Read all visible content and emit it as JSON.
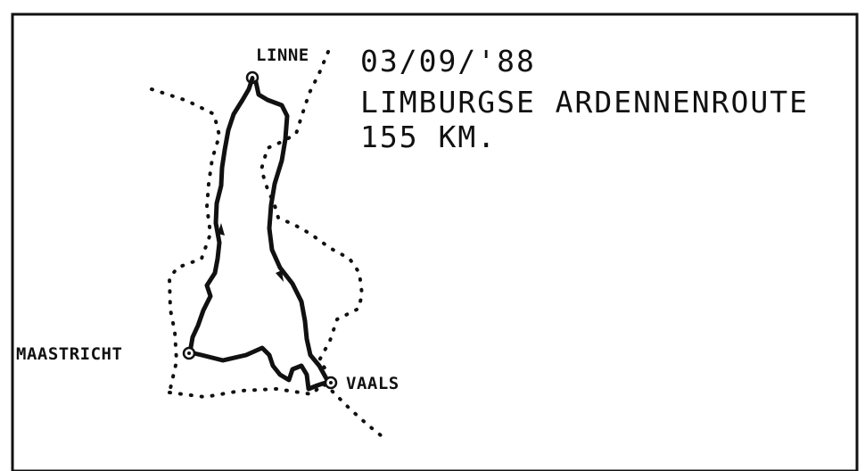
{
  "map": {
    "date": "03/09/'88",
    "route_name": "LIMBURGSE ARDENNENROUTE",
    "distance": "155 KM.",
    "places": {
      "linne": "LINNE",
      "maastricht": "MAASTRICHT",
      "vaals": "VAALS"
    },
    "colors": {
      "ink": "#111111",
      "paper": "#ffffff"
    }
  }
}
